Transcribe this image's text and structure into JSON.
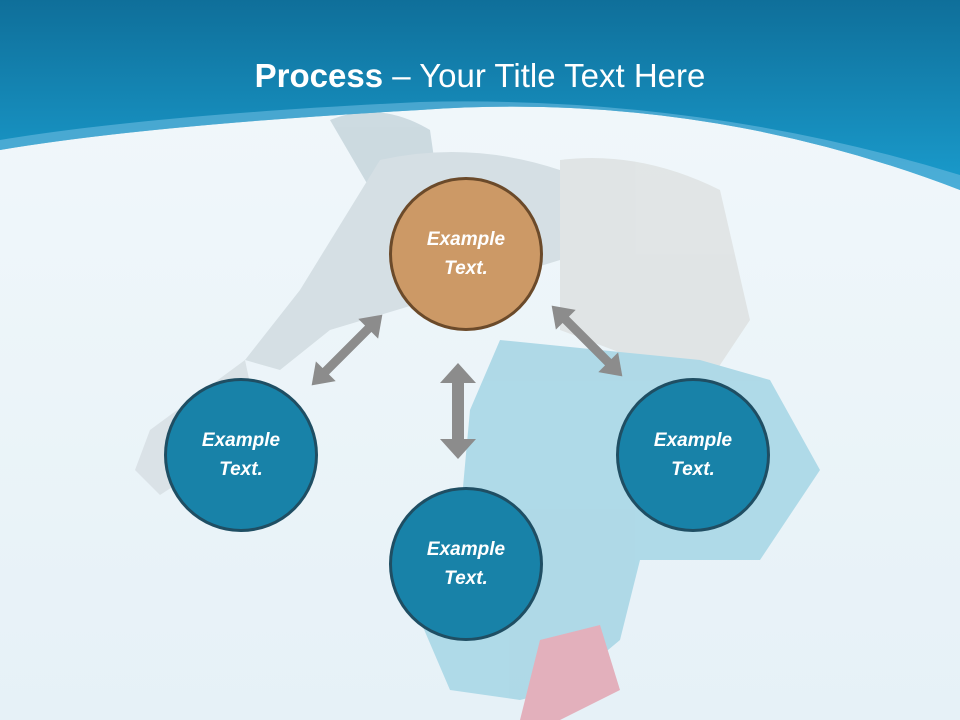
{
  "slide": {
    "title_bold": "Process",
    "title_rest": " – Your Title Text Here"
  },
  "nodes": {
    "top": "Example Text.",
    "left": "Example Text.",
    "right": "Example Text.",
    "bottom": "Example Text."
  },
  "colors": {
    "header_blue": "#1a8fbf",
    "node_blue": "#1882a8",
    "node_orange": "#cc9966",
    "arrow_gray": "#8c8c8c"
  }
}
